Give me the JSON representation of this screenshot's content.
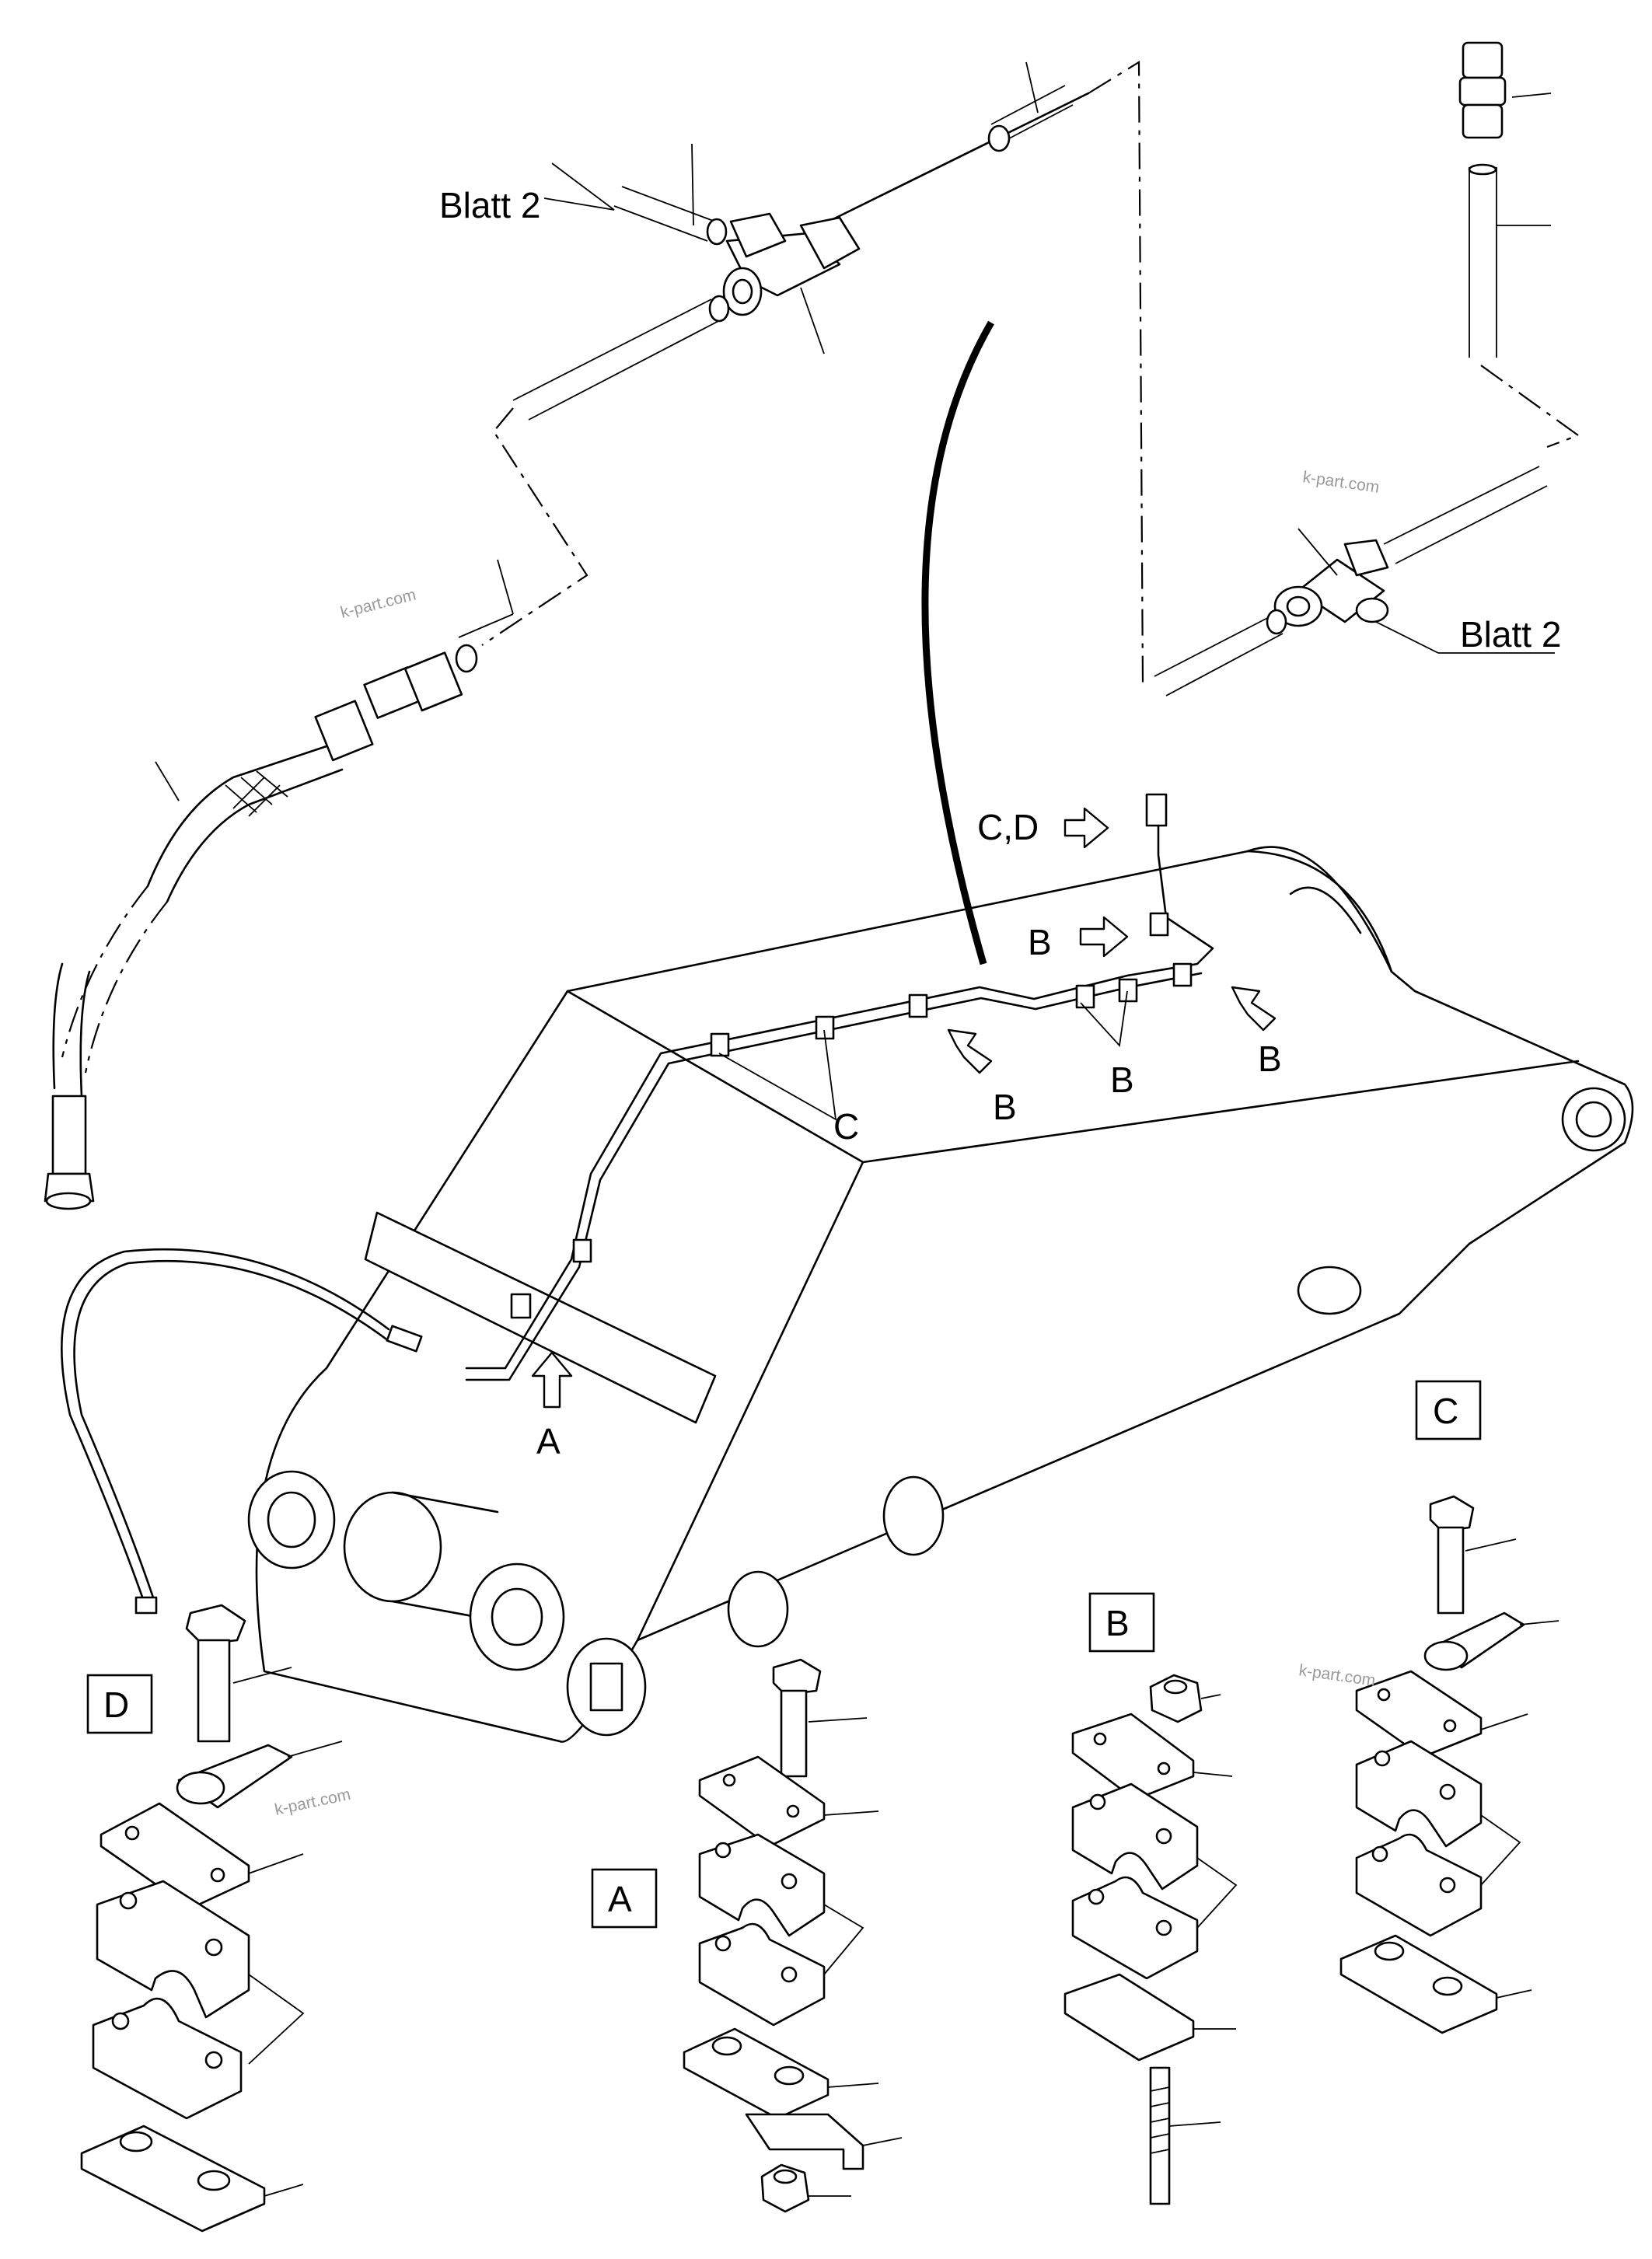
{
  "labels": {
    "blatt_top": "Blatt 2",
    "blatt_right": "Blatt 2",
    "callout_cd": "C,D",
    "callout_b1": "B",
    "callout_b2": "B",
    "callout_b3": "B",
    "callout_b4": "B",
    "callout_c": "C",
    "callout_a": "A",
    "detail_a": "A",
    "detail_b": "B",
    "detail_c": "C",
    "detail_d": "D"
  },
  "watermarks": [
    "k-part.com",
    "k-part.com",
    "k-part.com",
    "k-part.com"
  ]
}
